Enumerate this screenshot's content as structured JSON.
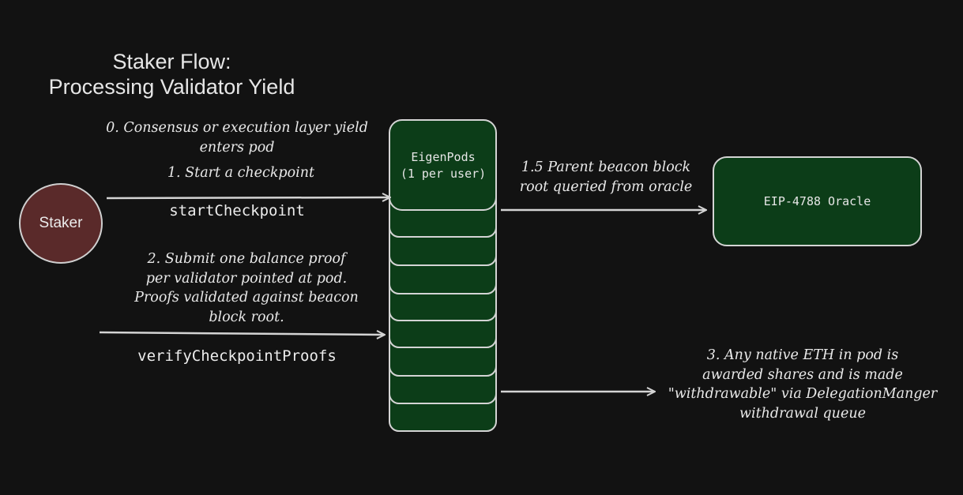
{
  "title": [
    "Staker Flow:",
    "Processing Validator Yield"
  ],
  "nodes": {
    "staker": "Staker",
    "eigenpods": [
      "EigenPods",
      "(1 per user)"
    ],
    "oracle": "EIP-4788 Oracle"
  },
  "annotations": {
    "step0": [
      "0. Consensus or execution layer yield",
      "enters pod"
    ],
    "step1": "1. Start a checkpoint",
    "step1_call": "startCheckpoint",
    "step1_5": [
      "1.5 Parent beacon block",
      "root queried from oracle"
    ],
    "step2": [
      "2. Submit one balance proof",
      "per validator pointed at pod.",
      "Proofs validated against beacon",
      "block root."
    ],
    "step2_call": "verifyCheckpointProofs",
    "step3": [
      "3. Any native ETH in pod is",
      "awarded shares and is made",
      "\"withdrawable\" via DelegationManger",
      "withdrawal queue"
    ]
  },
  "colors": {
    "background": "#121212",
    "pod_fill": "#0c3d18",
    "oracle_fill": "#0c3d18",
    "staker_fill": "#5a2a2a",
    "stroke": "#d4d4d4"
  }
}
